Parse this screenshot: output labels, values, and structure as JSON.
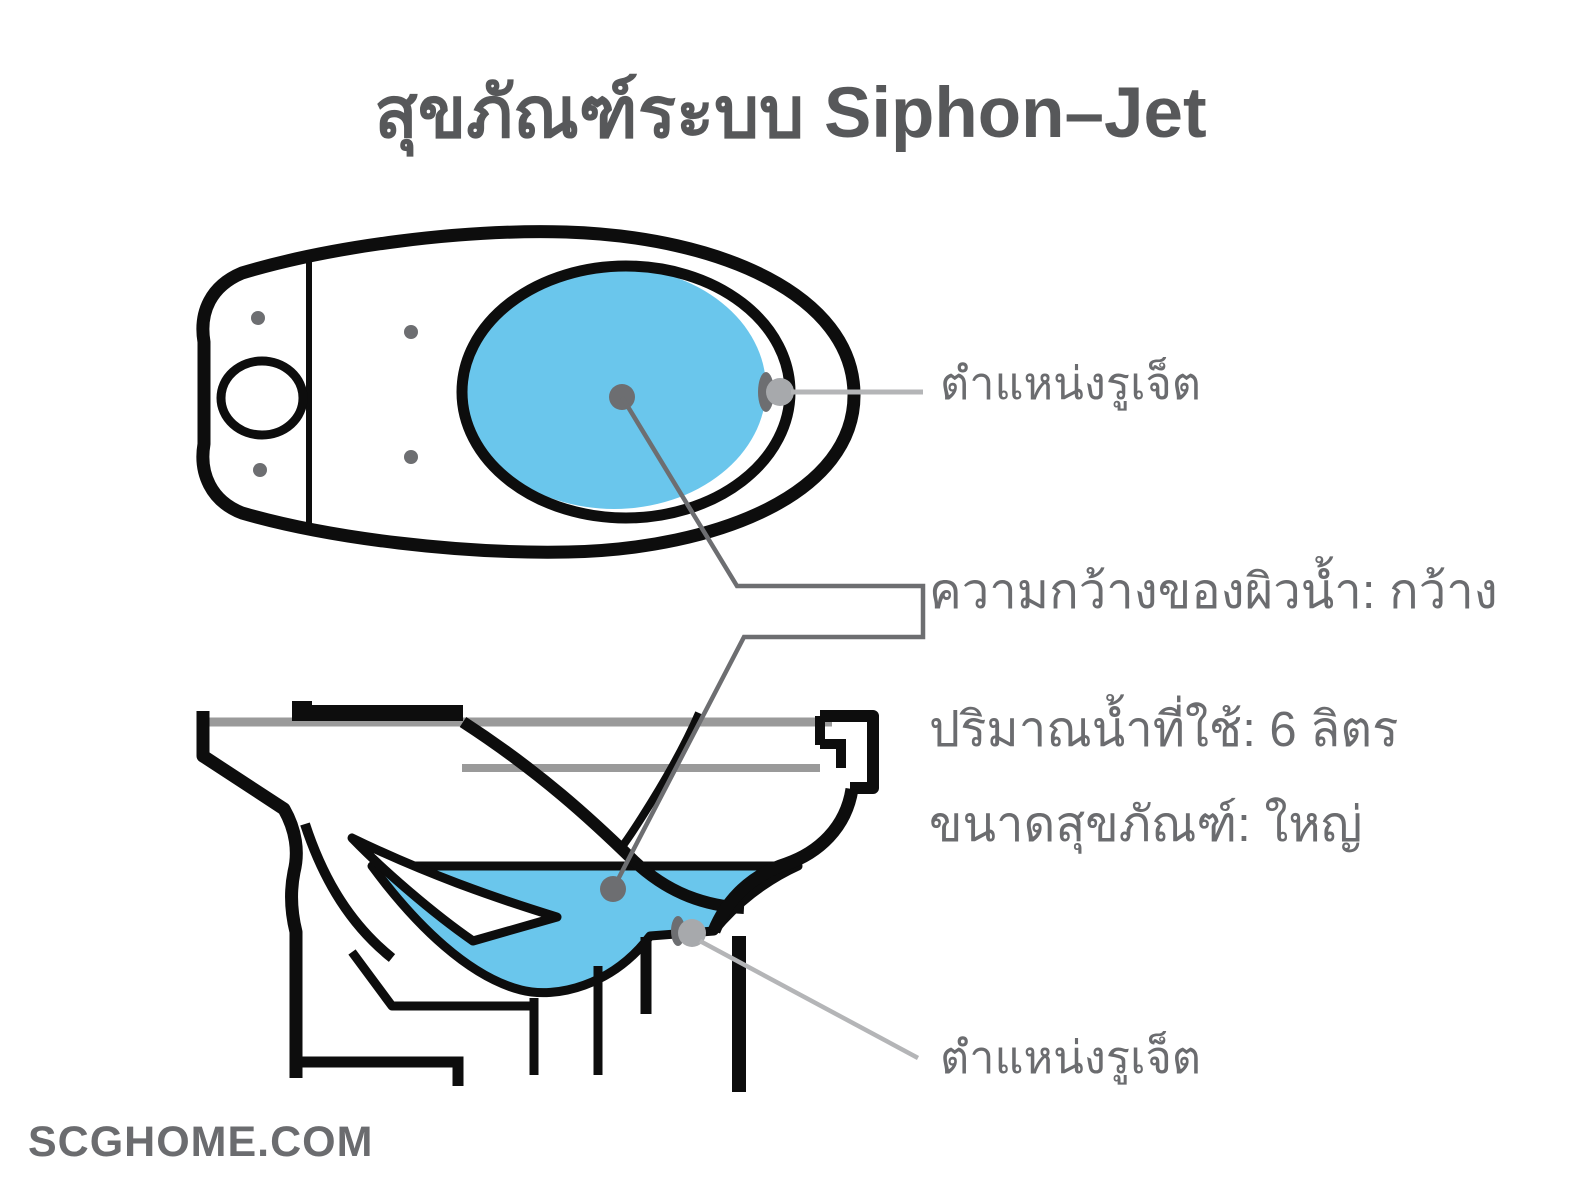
{
  "title": "สุขภัณฑ์ระบบ Siphon–Jet",
  "footer": "SCGHOME.COM",
  "labels": {
    "jet_position_top": "ตำแหน่งรูเจ็ต",
    "water_surface_width": "ความกว้างของผิวน้ำ: กว้าง",
    "water_volume": "ปริมาณน้ำที่ใช้: 6 ลิตร",
    "fixture_size": "ขนาดสุขภัณฑ์: ใหญ่",
    "jet_position_bottom": "ตำแหน่งรูเจ็ต"
  },
  "colors": {
    "title_text": "#57585a",
    "label_text": "#6b6c6f",
    "outline": "#0d0d0d",
    "water": "#6AC6EC",
    "seat_line": "#9a9a9a",
    "leader_light": "#b4b5b7",
    "leader_dark": "#6d6e71",
    "marker_light": "#a7a9ac"
  }
}
